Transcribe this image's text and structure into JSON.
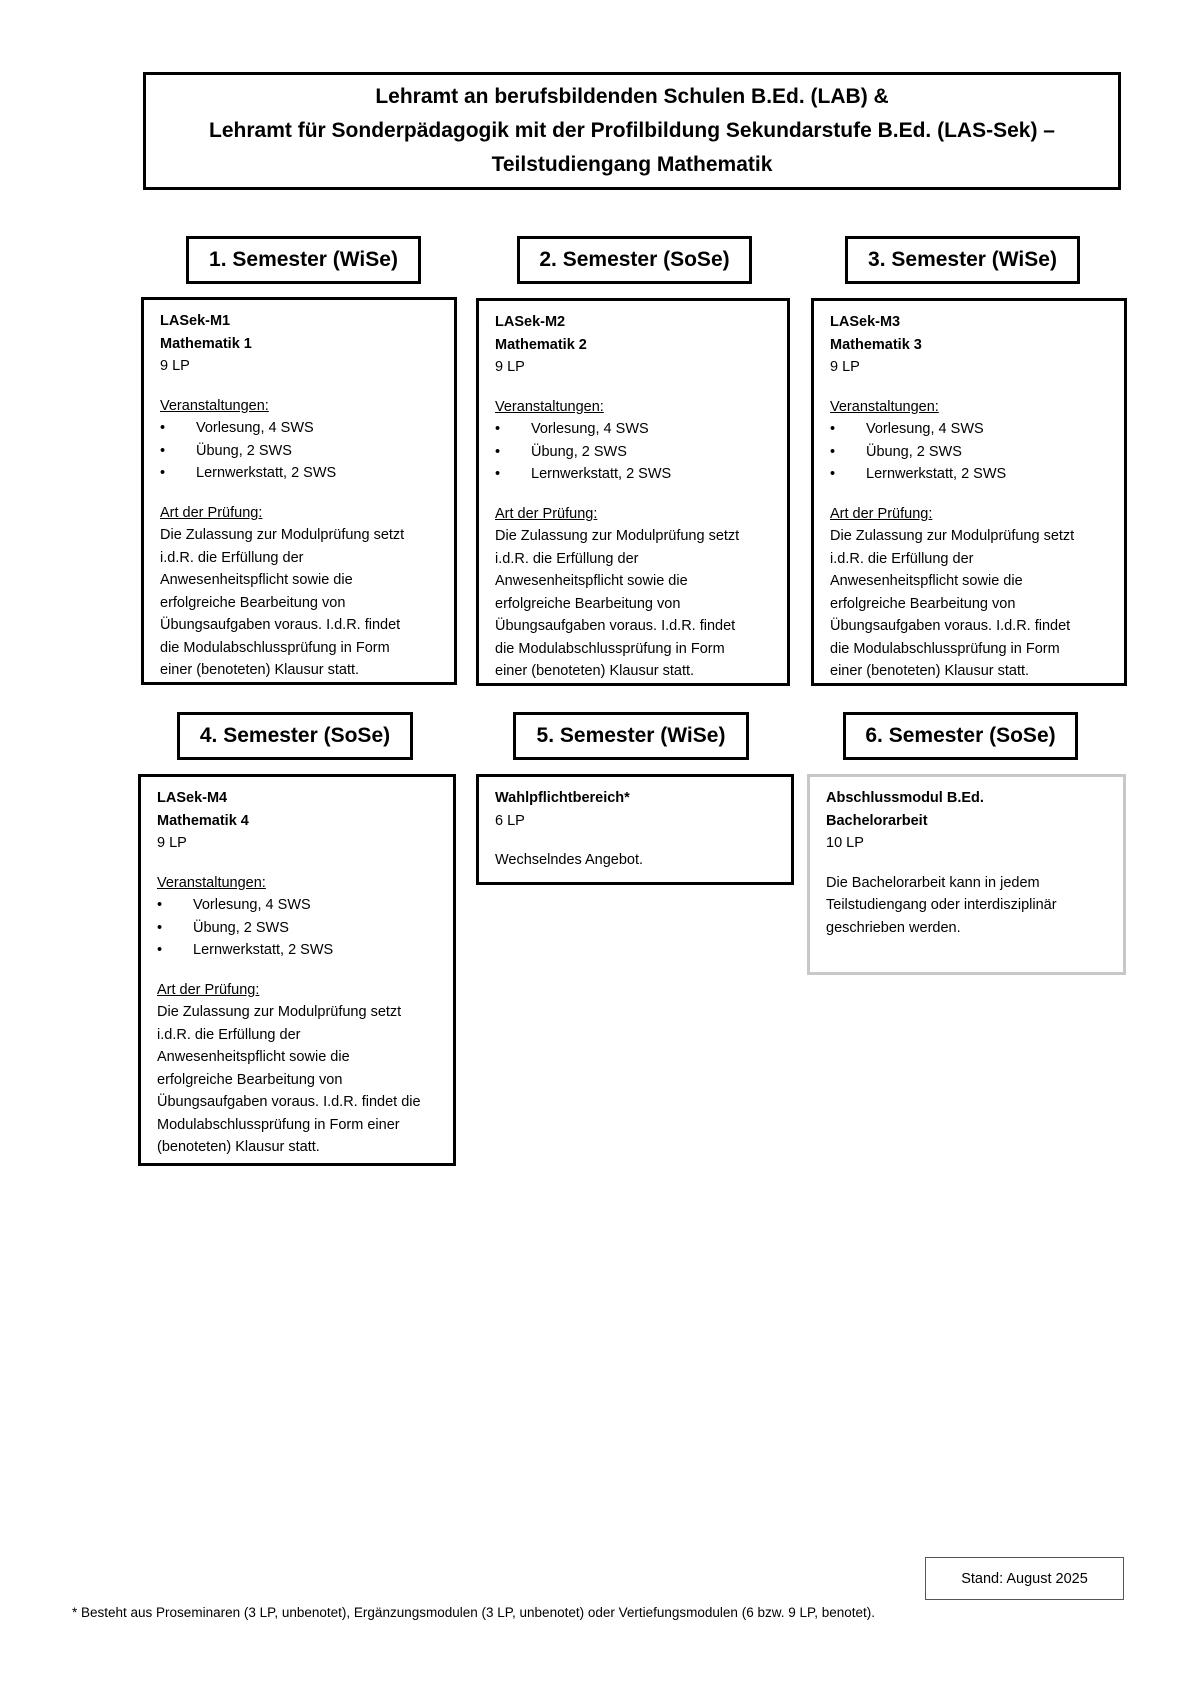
{
  "title": {
    "line1": "Lehramt an berufsbildenden Schulen B.Ed. (LAB) &",
    "line2": "Lehramt für Sonderpädagogik mit der Profilbildung Sekundarstufe B.Ed. (LAS-Sek) –",
    "line3": "Teilstudiengang Mathematik"
  },
  "semesters": [
    {
      "heading": "1. Semester (WiSe)",
      "module": {
        "code": "LASek-M1",
        "name": "Mathematik 1",
        "credits": "9 LP",
        "courses_label": "Veranstaltungen:",
        "courses": [
          "Vorlesung, 4 SWS",
          "Übung, 2 SWS",
          "Lernwerkstatt, 2 SWS"
        ],
        "exam_label": "Art der Prüfung:",
        "exam_lines": [
          "Die Zulassung zur Modulprüfung setzt",
          "i.d.R. die Erfüllung der",
          "Anwesenheitspflicht sowie die",
          "erfolgreiche Bearbeitung von",
          "Übungsaufgaben voraus. I.d.R. findet",
          "die Modulabschlussprüfung in Form",
          "einer (benoteten) Klausur statt."
        ]
      }
    },
    {
      "heading": "2. Semester (SoSe)",
      "module": {
        "code": "LASek-M2",
        "name": "Mathematik 2",
        "credits": "9 LP",
        "courses_label": "Veranstaltungen:",
        "courses": [
          "Vorlesung, 4 SWS",
          "Übung, 2 SWS",
          "Lernwerkstatt, 2 SWS"
        ],
        "exam_label": "Art der Prüfung:",
        "exam_lines": [
          "Die Zulassung zur Modulprüfung setzt",
          "i.d.R. die Erfüllung der",
          "Anwesenheitspflicht sowie die",
          "erfolgreiche Bearbeitung von",
          "Übungsaufgaben voraus. I.d.R. findet",
          "die Modulabschlussprüfung in Form",
          "einer (benoteten) Klausur statt."
        ]
      }
    },
    {
      "heading": "3. Semester (WiSe)",
      "module": {
        "code": "LASek-M3",
        "name": "Mathematik 3",
        "credits": "9 LP",
        "courses_label": "Veranstaltungen:",
        "courses": [
          "Vorlesung, 4 SWS",
          "Übung, 2 SWS",
          "Lernwerkstatt, 2 SWS"
        ],
        "exam_label": "Art der Prüfung:",
        "exam_lines": [
          "Die Zulassung zur Modulprüfung setzt",
          "i.d.R. die Erfüllung der",
          "Anwesenheitspflicht sowie die",
          "erfolgreiche Bearbeitung von",
          "Übungsaufgaben voraus. I.d.R. findet",
          "die Modulabschlussprüfung in Form",
          "einer (benoteten) Klausur statt."
        ]
      }
    },
    {
      "heading": "4. Semester (SoSe)",
      "module": {
        "code": "LASek-M4",
        "name": "Mathematik 4",
        "credits": "9 LP",
        "courses_label": "Veranstaltungen:",
        "courses": [
          "Vorlesung, 4 SWS",
          "Übung, 2 SWS",
          "Lernwerkstatt, 2 SWS"
        ],
        "exam_label": "Art der Prüfung:",
        "exam_lines": [
          "Die Zulassung zur Modulprüfung setzt",
          "i.d.R. die Erfüllung der",
          "Anwesenheitspflicht sowie die",
          "erfolgreiche Bearbeitung von",
          "Übungsaufgaben voraus. I.d.R. findet die",
          "Modulabschlussprüfung in Form einer",
          "(benoteten) Klausur statt."
        ]
      }
    },
    {
      "heading": "5. Semester (WiSe)",
      "module": {
        "name": "Wahlpflichtbereich*",
        "credits": "6 LP",
        "description": "Wechselndes Angebot."
      }
    },
    {
      "heading": "6. Semester (SoSe)",
      "module": {
        "code": "Abschlussmodul B.Ed.",
        "name": "Bachelorarbeit",
        "credits": "10 LP",
        "description_lines": [
          "Die Bachelorarbeit kann in jedem",
          "Teilstudiengang oder interdisziplinär",
          "geschrieben werden."
        ]
      }
    }
  ],
  "bullet_symbol": "•",
  "stand": "Stand: August 2025",
  "footnote": "* Besteht aus Proseminaren (3 LP, unbenotet), Ergänzungsmodulen (3 LP, unbenotet) oder Vertiefungsmodulen (6 bzw. 9 LP, benotet)."
}
